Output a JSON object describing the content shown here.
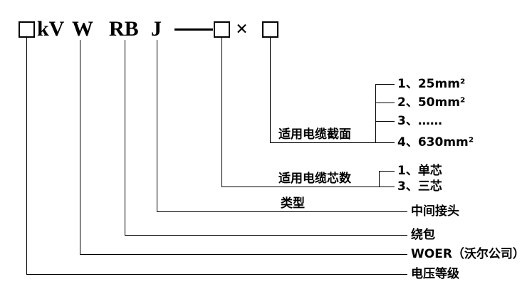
{
  "top_row": {
    "kv": "kV",
    "w": "W",
    "rb": "RB",
    "j": "J",
    "times": "×"
  },
  "branches": {
    "cross_section": {
      "title": "适用电缆截面",
      "items": [
        "1、25mm²",
        "2、50mm²",
        "3、……",
        "4、630mm²"
      ]
    },
    "core_count": {
      "title": "适用电缆芯数",
      "items": [
        "1、单芯",
        "3、三芯"
      ]
    },
    "type": {
      "title": "类型",
      "value": "中间接头"
    },
    "wrap": "绕包",
    "manufacturer": "WOER（沃尔公司）",
    "voltage": "电压等级"
  }
}
